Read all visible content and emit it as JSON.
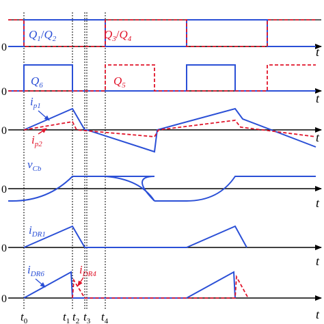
{
  "colors": {
    "blue": "#2a4fd6",
    "red": "#e0142a",
    "axis": "#000000"
  },
  "axis_labels": {
    "time": "t",
    "zero": "0"
  },
  "time_markers": [
    {
      "base": "t",
      "sub": "0"
    },
    {
      "base": "t",
      "sub": "1"
    },
    {
      "base": "t",
      "sub": "2"
    },
    {
      "base": "t",
      "sub": "3"
    },
    {
      "base": "t",
      "sub": "4"
    }
  ],
  "panels": {
    "gates_q1q4": {
      "label_blue": {
        "base1": "Q",
        "sub1": "1",
        "sep": "/",
        "base2": "Q",
        "sub2": "2"
      },
      "label_red": {
        "base1": "Q",
        "sub1": "3",
        "sep": "/",
        "base2": "Q",
        "sub2": "4"
      }
    },
    "gates_q5q6": {
      "label_blue": {
        "base": "Q",
        "sub": "6"
      },
      "label_red": {
        "base": "Q",
        "sub": "5"
      }
    },
    "primary_current": {
      "label_blue": {
        "base": "i",
        "sub": "p1"
      },
      "label_red": {
        "base": "i",
        "sub": "p2"
      }
    },
    "capacitor_voltage": {
      "label_blue": {
        "base": "v",
        "sub": "Cb"
      }
    },
    "rectifier_dr1": {
      "label_blue": {
        "base": "i",
        "sub": "DR1"
      }
    },
    "rectifier_dr6": {
      "label_blue": {
        "base": "i",
        "sub": "DR6"
      },
      "label_red": {
        "base": "i",
        "sub": "DR4"
      }
    }
  }
}
